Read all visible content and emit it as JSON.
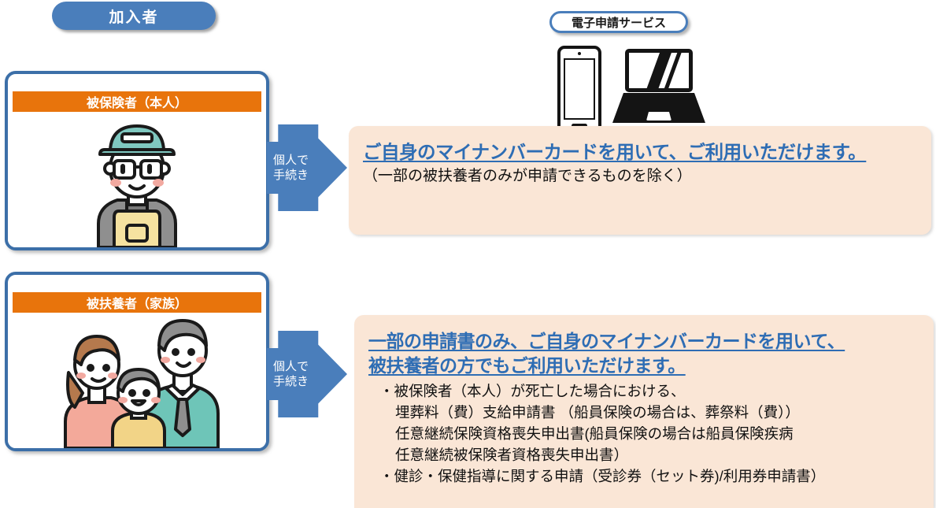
{
  "diagram": {
    "member_badge": "加入者",
    "service_badge": "電子申請サービス",
    "devices": {
      "phone_icon": "smartphone-icon",
      "laptop_icon": "laptop-icon"
    },
    "cards": [
      {
        "id": "insured",
        "header": "被保険者（本人）",
        "illustration": "person-with-cap-illustration"
      },
      {
        "id": "dependent",
        "header": "被扶養者（家族）",
        "illustration": "family-illustration"
      }
    ],
    "arrows": [
      {
        "id": "insured",
        "line1": "個人で",
        "line2": "手続き"
      },
      {
        "id": "dependent",
        "line1": "個人で",
        "line2": "手続き"
      }
    ],
    "panels": {
      "insured": {
        "headline": "ご自身のマイナンバーカードを用いて、ご利用いただけます。",
        "note": "（一部の被扶養者のみが申請できるものを除く）"
      },
      "dependent": {
        "headline_line1": "一部の申請書のみ、ご自身のマイナンバーカードを用いて、",
        "headline_line2": "被扶養者の方でもご利用いただけます。",
        "items": [
          "・被保険者（本人）が死亡した場合における、",
          "埋葬料（費）支給申請書 （船員保険の場合は、葬祭料（費））",
          "任意継続保険資格喪失申出書(船員保険の場合は船員保険疾病",
          "任意継続被保険者資格喪失申出書）",
          "・健診・保健指導に関する申請（受診券（セット券)/利用券申請書）"
        ]
      }
    },
    "colors": {
      "blue": "#4a7ebb",
      "card_border_blue": "#3c6fa8",
      "orange": "#e8740c",
      "headline_blue": "#2e6db4",
      "panel_bg": "#fae6d6"
    }
  }
}
